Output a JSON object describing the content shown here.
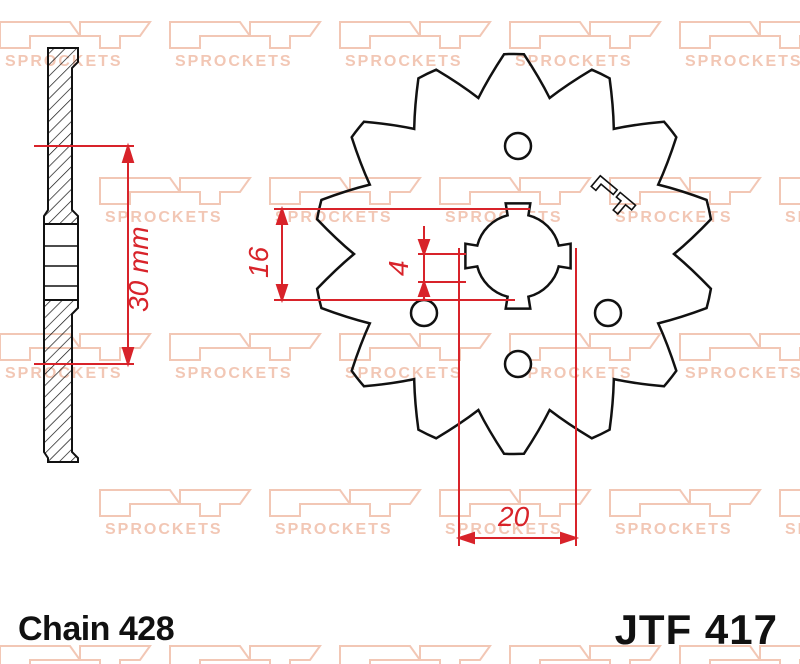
{
  "labels": {
    "chain": "Chain 428",
    "part_number": "JTF 417",
    "width_dim": "30 mm",
    "spline_dim": "16",
    "key_dim": "4",
    "offset_dim": "20",
    "watermark_brand": "SPROCKETS"
  },
  "colors": {
    "dimension": "#d8232a",
    "outline": "#111111",
    "watermark": "#f2c7b5"
  },
  "sprocket": {
    "teeth": 14,
    "bolt_holes": 4
  }
}
